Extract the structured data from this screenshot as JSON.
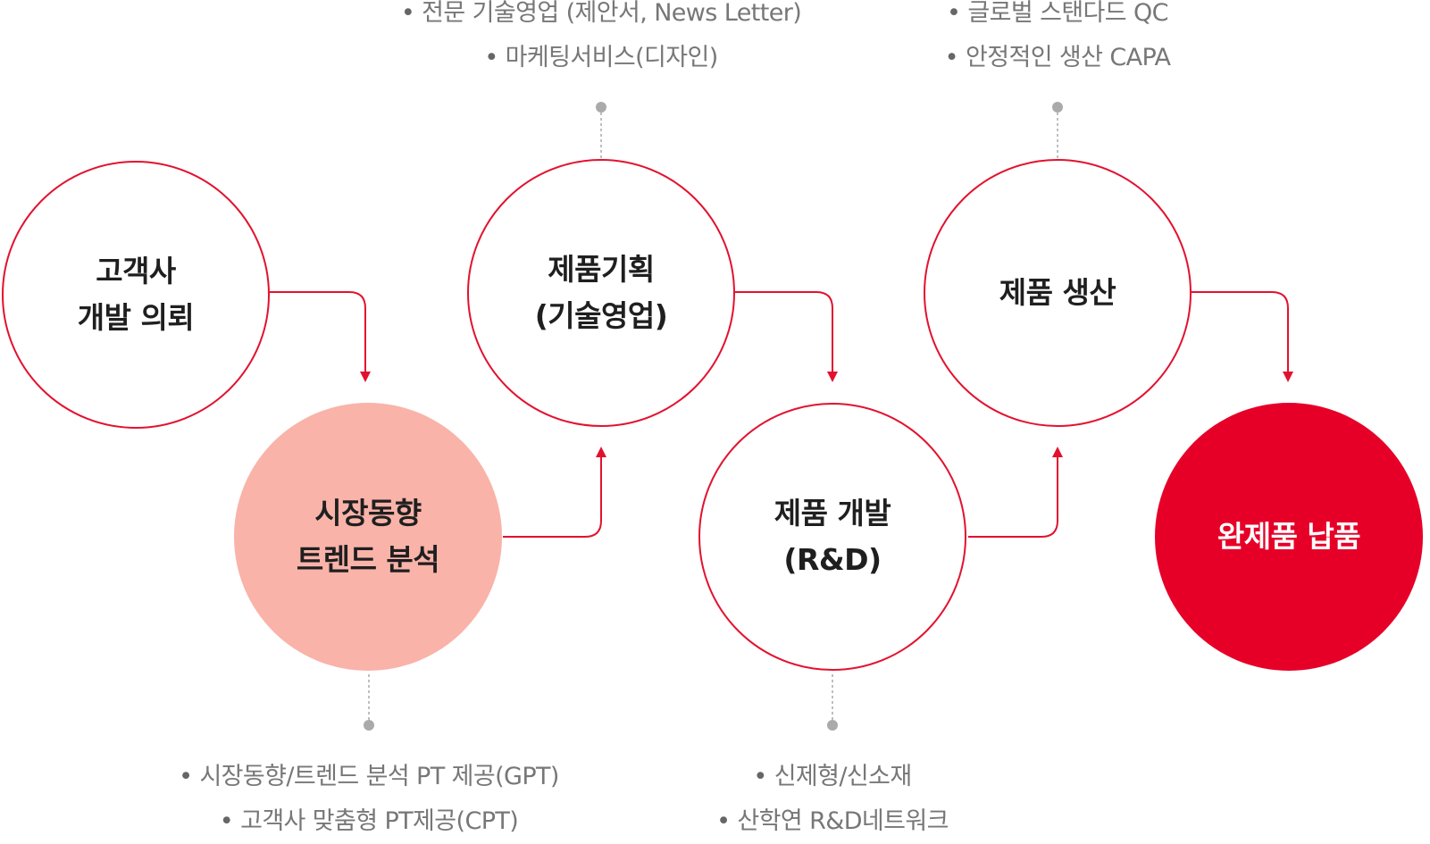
{
  "steps": [
    {
      "id": "request",
      "lines": [
        "고객사",
        "개발 의뢰"
      ],
      "style": "outline"
    },
    {
      "id": "trend",
      "lines": [
        "시장동향",
        "트렌드 분석"
      ],
      "style": "pink"
    },
    {
      "id": "planning",
      "lines": [
        "제품기획",
        "(기술영업)"
      ],
      "style": "outline"
    },
    {
      "id": "development",
      "lines": [
        "제품 개발",
        "(R&D)"
      ],
      "style": "outline"
    },
    {
      "id": "production",
      "lines": [
        "제품 생산"
      ],
      "style": "outline"
    },
    {
      "id": "delivery",
      "lines": [
        "완제품 납품"
      ],
      "style": "red"
    }
  ],
  "notes": {
    "planning": [
      "전문 기술영업 (제안서, News Letter)",
      "마케팅서비스(디자인)"
    ],
    "production": [
      "글로벌 스탠다드 QC",
      "안정적인 생산 CAPA"
    ],
    "trend": [
      "시장동향/트렌드 분석 PT 제공(GPT)",
      "고객사 맞춤형 PT제공(CPT)"
    ],
    "development": [
      "신제형/신소재",
      "산학연 R&D네트워크"
    ]
  },
  "colors": {
    "accent": "#e2122f",
    "pink_fill": "#f9b3a9",
    "red_fill": "#e60028",
    "note_text": "#777777",
    "connector_dot": "#aaaaaa"
  }
}
